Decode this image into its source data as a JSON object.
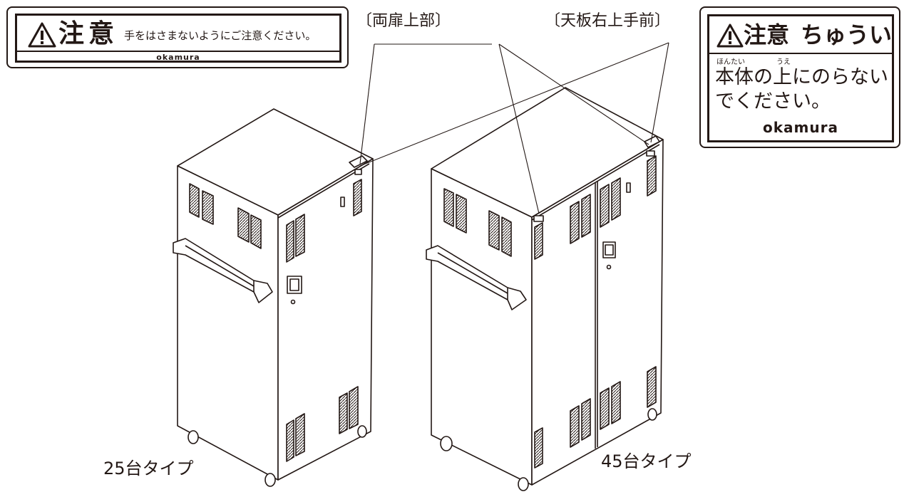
{
  "label_small": {
    "title": "注意",
    "message": "手をはさまないようにご注意ください。",
    "brand": "okamura"
  },
  "label_large": {
    "title": "注意",
    "title_kana": "ちゅうい",
    "ruby_1": "ほんたい",
    "ruby_2": "うえ",
    "line1": "本体の上にのらない",
    "line2": "でください。",
    "brand": "okamura"
  },
  "callouts": {
    "doors_top": "〔両扉上部〕",
    "top_right_front": "〔天板右上手前〕"
  },
  "types": {
    "small_cabinet": "25台タイプ",
    "large_cabinet": "45台タイプ"
  },
  "colors": {
    "ink": "#231815",
    "panel": "#ffffff"
  },
  "icons": [
    "warning-triangle-icon"
  ]
}
